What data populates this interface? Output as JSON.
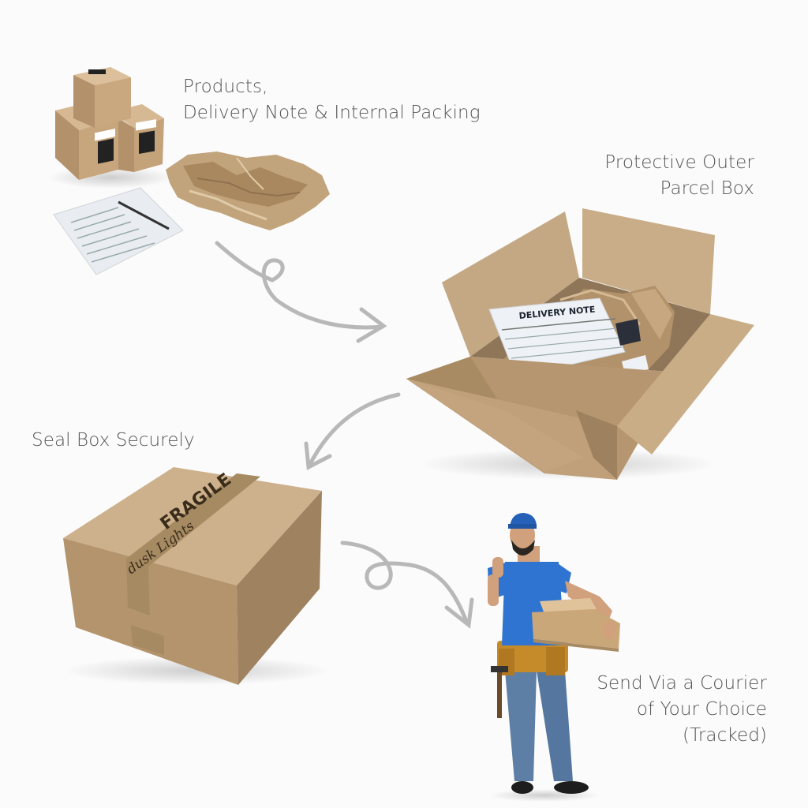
{
  "steps": [
    {
      "id": "products",
      "lines": [
        "Products,",
        "Delivery Note & Internal Packing"
      ]
    },
    {
      "id": "outer-box",
      "lines": [
        "Protective Outer",
        "Parcel Box"
      ]
    },
    {
      "id": "seal",
      "lines": [
        "Seal Box Securely"
      ]
    },
    {
      "id": "courier",
      "lines": [
        "Send Via a Courier",
        "of Your Choice",
        "(Tracked)"
      ]
    }
  ],
  "illustration_text": {
    "delivery_note_title": "DELIVERY NOTE",
    "tape_fragile": "FRAGILE",
    "tape_brand": "dusk Lights"
  },
  "colors": {
    "cardboard": "#c9aa82",
    "cardboard_dark": "#a88a63",
    "kraft_paper": "#b99a72",
    "arrow": "#b8b8b8",
    "caption_text": "#555555",
    "courier_shirt": "#2f74d0",
    "courier_jeans": "#5d7fa6"
  }
}
